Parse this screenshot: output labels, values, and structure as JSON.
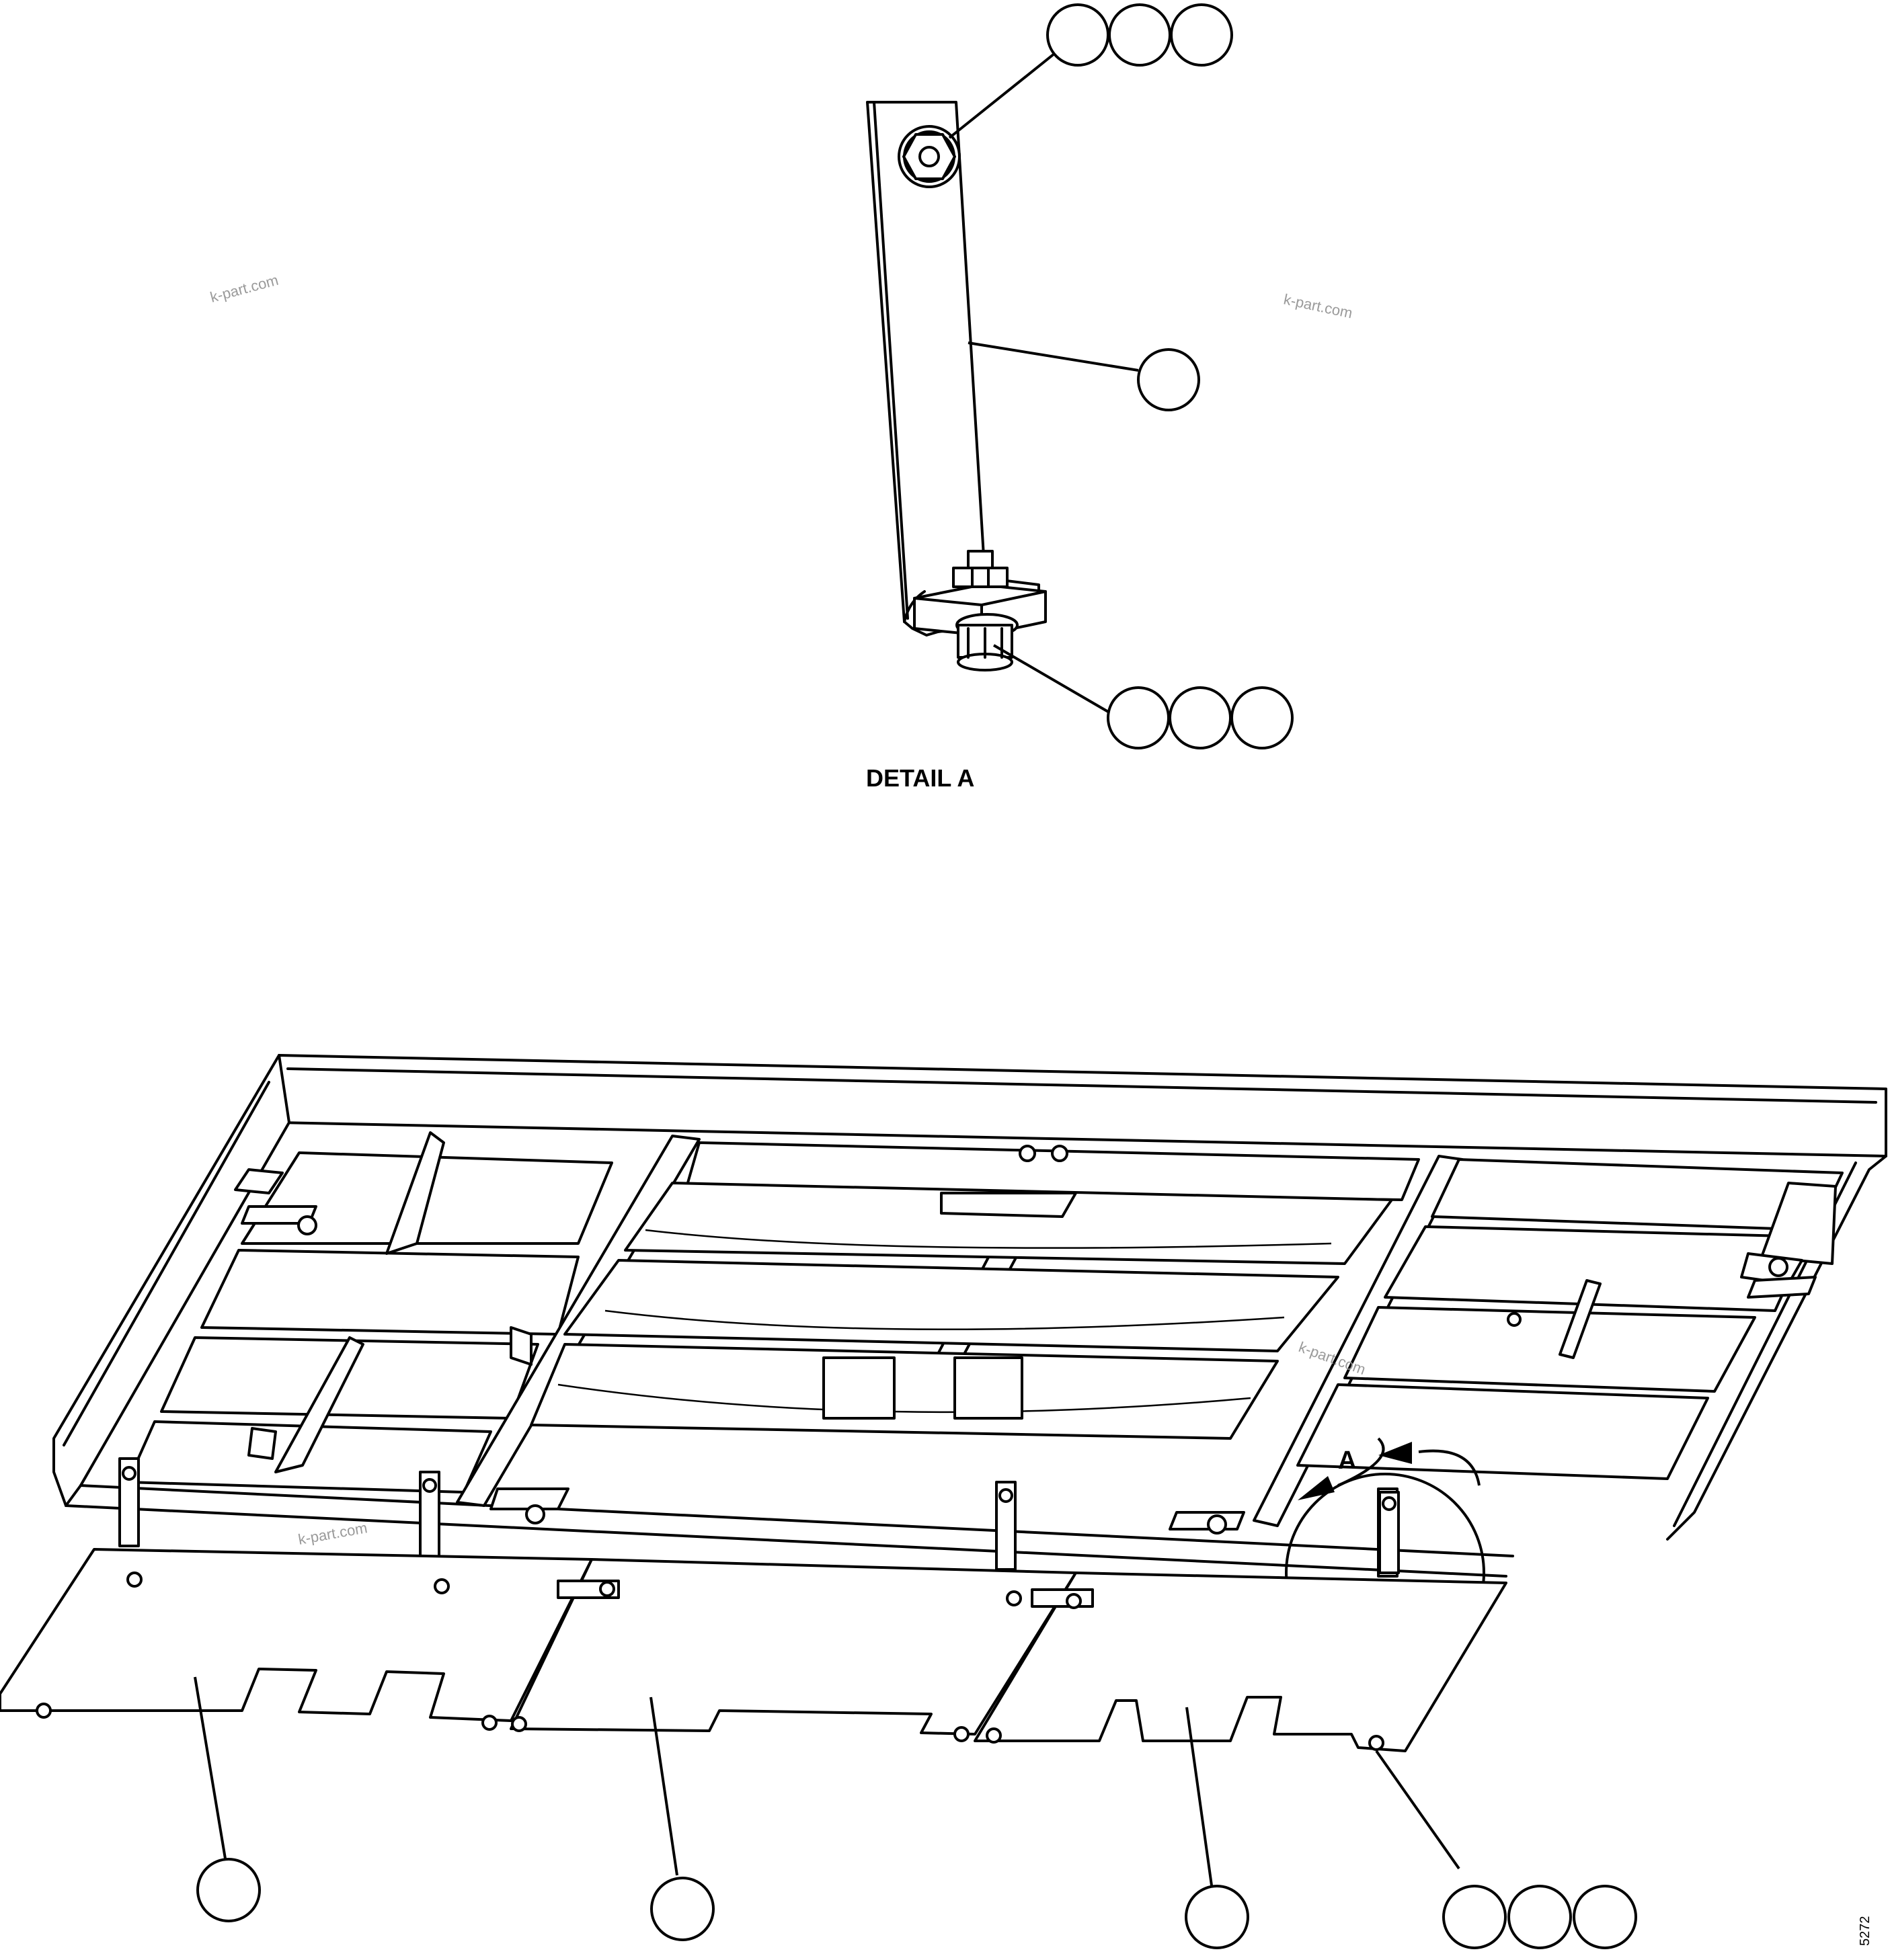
{
  "detail_label": "DETAIL A",
  "section_label": "A",
  "watermark": "k-part.com",
  "figure_code": "5272",
  "balloons": {
    "top_group": [
      "",
      "",
      ""
    ],
    "bracket": [
      ""
    ],
    "bottom_detail_group": [
      "",
      "",
      ""
    ],
    "panel_left": [
      ""
    ],
    "panel_middle": [
      ""
    ],
    "panel_right": [
      ""
    ],
    "fastener_group": [
      "",
      "",
      ""
    ]
  }
}
